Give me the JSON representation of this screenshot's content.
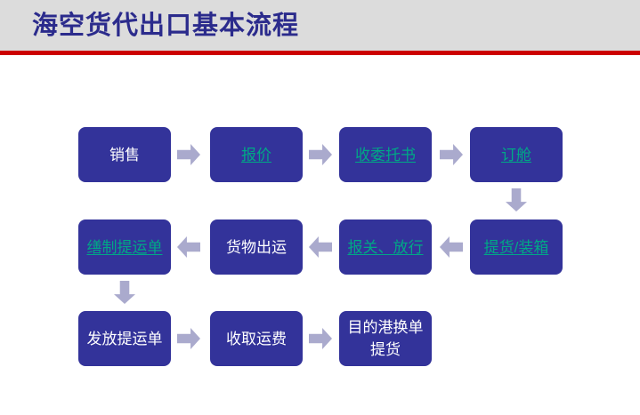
{
  "header": {
    "title": "海空货代出口基本流程",
    "bar_color": "#dcdcdc",
    "rule_color": "#cc0000",
    "title_color": "#2b2b8c"
  },
  "theme": {
    "node_fill": "#33339a",
    "node_text": "#ffffff",
    "link_text": "#00a886",
    "arrow_fill": "#aaaacd",
    "canvas_bg": "#ffffff"
  },
  "flow": {
    "rows": [
      {
        "direction": "left-to-right",
        "nodes": [
          {
            "id": "sales",
            "label": "销售",
            "style": "plain"
          },
          {
            "id": "quotation",
            "label": "报价",
            "style": "link"
          },
          {
            "id": "entrustment",
            "label": "收委托书",
            "style": "link"
          },
          {
            "id": "booking",
            "label": "订舱",
            "style": "link"
          }
        ]
      },
      {
        "direction": "right-to-left",
        "nodes": [
          {
            "id": "bill-prepare",
            "label": "缮制提运单",
            "style": "link"
          },
          {
            "id": "cargo-depart",
            "label": "货物出运",
            "style": "plain"
          },
          {
            "id": "customs",
            "label": "报关、放行",
            "style": "link"
          },
          {
            "id": "pickup-load",
            "label": "提货/装箱",
            "style": "link"
          }
        ]
      },
      {
        "direction": "left-to-right",
        "nodes": [
          {
            "id": "issue-bill",
            "label": "发放提运单",
            "style": "plain"
          },
          {
            "id": "collect-fee",
            "label": "收取运费",
            "style": "plain"
          },
          {
            "id": "dest-pickup",
            "label": "目的港换单提货",
            "style": "plain"
          }
        ]
      }
    ],
    "connectors": [
      {
        "id": "c1",
        "type": "arrow-right",
        "from": "sales",
        "to": "quotation"
      },
      {
        "id": "c2",
        "type": "arrow-right",
        "from": "quotation",
        "to": "entrustment"
      },
      {
        "id": "c3",
        "type": "arrow-right",
        "from": "entrustment",
        "to": "booking"
      },
      {
        "id": "c4",
        "type": "arrow-down",
        "from": "booking",
        "to": "pickup-load"
      },
      {
        "id": "c5",
        "type": "arrow-left",
        "from": "pickup-load",
        "to": "customs"
      },
      {
        "id": "c6",
        "type": "arrow-left",
        "from": "customs",
        "to": "cargo-depart"
      },
      {
        "id": "c7",
        "type": "arrow-left",
        "from": "cargo-depart",
        "to": "bill-prepare"
      },
      {
        "id": "c8",
        "type": "arrow-down",
        "from": "bill-prepare",
        "to": "issue-bill"
      },
      {
        "id": "c9",
        "type": "arrow-right",
        "from": "issue-bill",
        "to": "collect-fee"
      },
      {
        "id": "c10",
        "type": "arrow-right",
        "from": "collect-fee",
        "to": "dest-pickup"
      }
    ]
  }
}
